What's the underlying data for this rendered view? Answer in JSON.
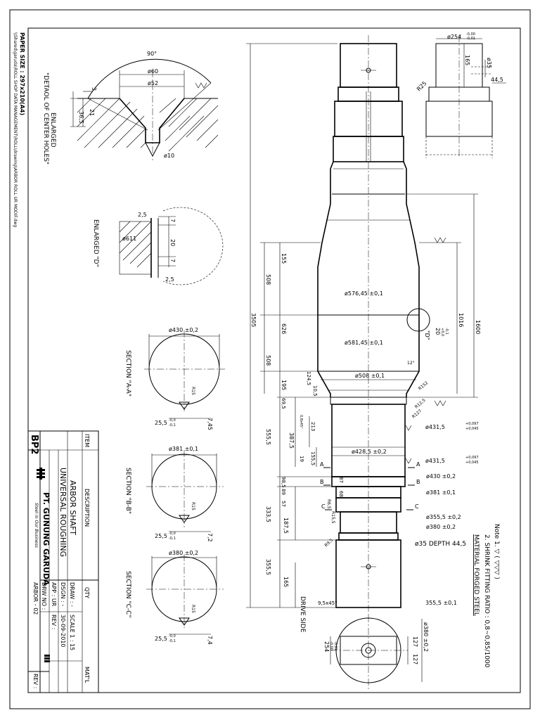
{
  "header": {
    "paper_size": "PAPER SIZE : 297x210(A4)",
    "file_path": "\\\\Shared\\garuda\\ROLL SHOP DATA MANAGEMENT\\ROLL\\drawing\\ARBOR ROLL UR MODIF.dwg"
  },
  "center_hole_detail": {
    "title_1": "ENLARGED",
    "title_2": "\"DETAOL OF CENTER HOLES\"",
    "angle": "90°",
    "dia_outer": "ø60",
    "dia_inner": "ø52",
    "dim_3": "3",
    "dim_21": "21",
    "dim_36": "36,5",
    "dia_10": "ø10"
  },
  "detail_d": {
    "title": "ENLARGED \"D\"",
    "d25a": "2,5",
    "d7a": "7",
    "d20": "20",
    "d7b": "7",
    "d25b": "2,5",
    "dia": "ø611"
  },
  "section_a": {
    "title": "SECTION \"A-A\"",
    "dia": "ø430 ±0,2",
    "r": "R15",
    "key": "25,5",
    "tol_hi": "-0,0",
    "tol_lo": "-0,1",
    "depth": "7,45"
  },
  "section_b": {
    "title": "SECTION \"B-B\"",
    "dia": "ø381 ±0,1",
    "r": "R15",
    "key": "25,5",
    "tol_hi": "-0,0",
    "tol_lo": "-0,1",
    "depth": "7,2"
  },
  "section_c": {
    "title": "SECTION \"C-C\"",
    "dia": "ø380 ±0,2",
    "r": "R15",
    "key": "25,5",
    "tol_hi": "-0,0",
    "tol_lo": "-0,1",
    "depth": "7,4"
  },
  "title_block": {
    "item": "ITEM",
    "description": "DESCRIPTION",
    "qty": "QTY",
    "matl": "MAT'L",
    "desc_1": "ARBOR SHAFT",
    "desc_2": "UNIVERSAL ROUGHING",
    "draw": "DRAW : -",
    "dsgn": "DSGN : -",
    "app": "APP : UR",
    "scale": "SCALE 1 : 15",
    "date": "30-09-2010",
    "rev": "REV :",
    "rev_box": "REV :",
    "drw_no_label": "DRW NO :",
    "drw_no": "ARBOR - 02",
    "bp": "BP2",
    "company": "PT. GUNUNG GARUDA",
    "slogan": "Steel in Our Business"
  },
  "main_dims": {
    "d254": "ø254",
    "d254_tol_hi": "-0,00",
    "d254_tol_lo": "-0,01",
    "d165_top": "165",
    "d35_top": "ø35",
    "d44_top": "44,5",
    "r25": "R25",
    "overall": "3505",
    "len_1600": "1600",
    "len_1016": "1016",
    "d155": "155",
    "d508a": "508",
    "d626": "626",
    "d508b": "508",
    "d195": "195",
    "d576": "ø576,45 ±0,1",
    "d581": "ø581,45 ±0,1",
    "d508": "ø508 ±0,1",
    "detail_d_label": "\"D\"",
    "d20_tol": "20",
    "d20_hi": "+0,0",
    "d20_lo": "-0,1",
    "angle12": "12°",
    "r152": "R152",
    "r125": "R12,5",
    "r127": "R127",
    "d124": "124,5",
    "d105": "10,5",
    "d695": "69,5",
    "d5555": "555,5",
    "d3875": "387,5",
    "d213": "213",
    "chamfer": "0,8x45°",
    "d1555": "155,5",
    "d19": "19",
    "d4315a": "ø431,5",
    "d4315a_hi": "+0,097",
    "d4315a_lo": "+0,045",
    "d4285": "ø428,5 ±0,2",
    "d4315b": "ø431,5",
    "d4315b_hi": "+0,097",
    "d4315b_lo": "+0,045",
    "d430": "ø430 ±0,2",
    "d985": "98,5",
    "d87": "87",
    "d89": "89",
    "d68": "68",
    "d57": "57",
    "d381": "ø381 ±0,1",
    "d3335": "333,5",
    "d1875": "187,5",
    "r65": "R6,5",
    "r155": "R15,5",
    "d3555": "ø355,5 ±0,2",
    "d380": "ø380 ±0,2",
    "r95": "R9,5",
    "d35_bot": "ø35 DEPTH 44,5",
    "d3555b": "355,5",
    "d165_bot": "165",
    "d3555c": "355,5 ±0,1",
    "drive_side": "DRIVE SIDE",
    "chamfer_bot": "9,5x45°",
    "label_a": "A",
    "label_b": "B",
    "label_c": "C"
  },
  "end_view": {
    "d254": "254",
    "d254_hi": "-0,00",
    "d254_lo": "-0,01",
    "d127a": "127",
    "d127b": "127",
    "d380": "ø380 ±0,2"
  },
  "notes": {
    "note_1": "Note 1. ▽ ( ▽▽▽ )",
    "note_2": "2. SHRINK FITTING RATIO : 0,8~0,85/1000",
    "material": "MATERIAL FORGED STEEL"
  }
}
